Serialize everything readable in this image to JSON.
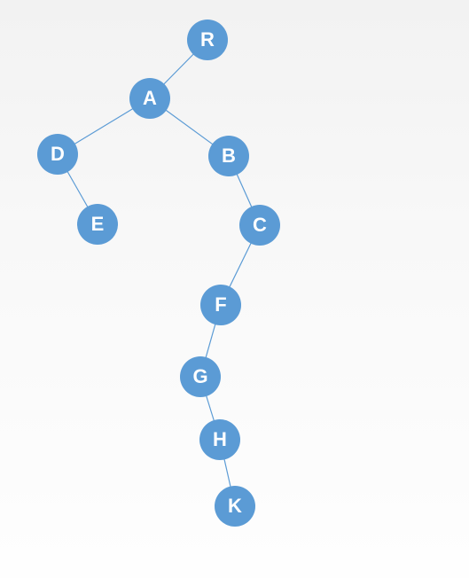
{
  "tree": {
    "node_color": "#5b9bd5",
    "edge_color": "#5b9bd5",
    "nodes": [
      {
        "id": "R",
        "label": "R"
      },
      {
        "id": "A",
        "label": "A"
      },
      {
        "id": "D",
        "label": "D"
      },
      {
        "id": "B",
        "label": "B"
      },
      {
        "id": "E",
        "label": "E"
      },
      {
        "id": "C",
        "label": "C"
      },
      {
        "id": "F",
        "label": "F"
      },
      {
        "id": "G",
        "label": "G"
      },
      {
        "id": "H",
        "label": "H"
      },
      {
        "id": "K",
        "label": "K"
      }
    ],
    "edges": [
      [
        "R",
        "A"
      ],
      [
        "A",
        "D"
      ],
      [
        "A",
        "B"
      ],
      [
        "D",
        "E"
      ],
      [
        "B",
        "C"
      ],
      [
        "C",
        "F"
      ],
      [
        "F",
        "G"
      ],
      [
        "G",
        "H"
      ],
      [
        "H",
        "K"
      ]
    ]
  }
}
